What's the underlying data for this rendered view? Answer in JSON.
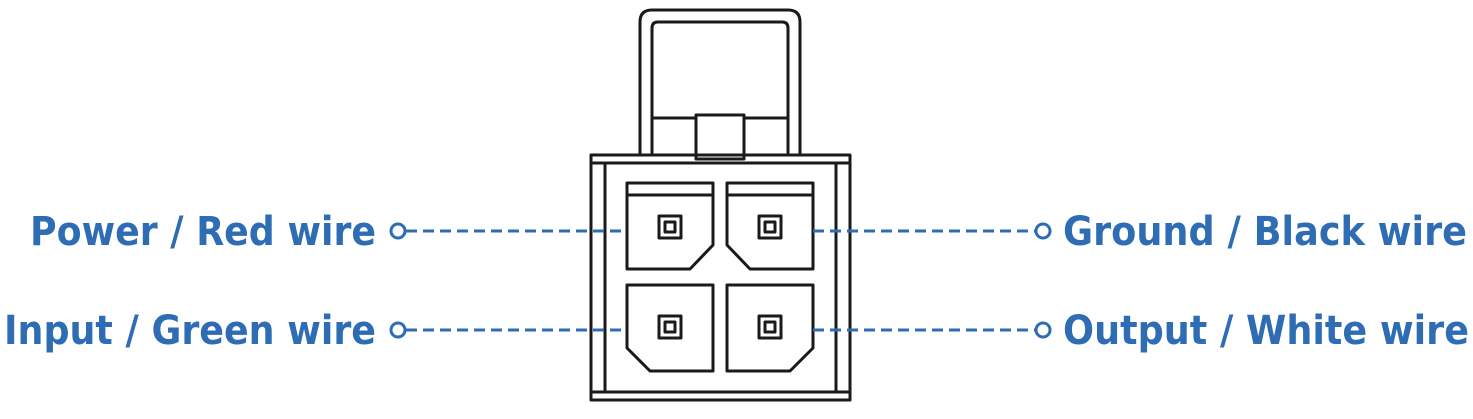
{
  "accent_color": "#2e6db4",
  "outline_color": "#1a1a1a",
  "pins": [
    {
      "id": "power",
      "label": "Power / Red wire",
      "side": "left",
      "row": "top"
    },
    {
      "id": "ground",
      "label": "Ground / Black wire",
      "side": "right",
      "row": "top"
    },
    {
      "id": "input",
      "label": "Input / Green wire",
      "side": "left",
      "row": "bottom"
    },
    {
      "id": "output",
      "label": "Output / White wire",
      "side": "right",
      "row": "bottom"
    }
  ]
}
